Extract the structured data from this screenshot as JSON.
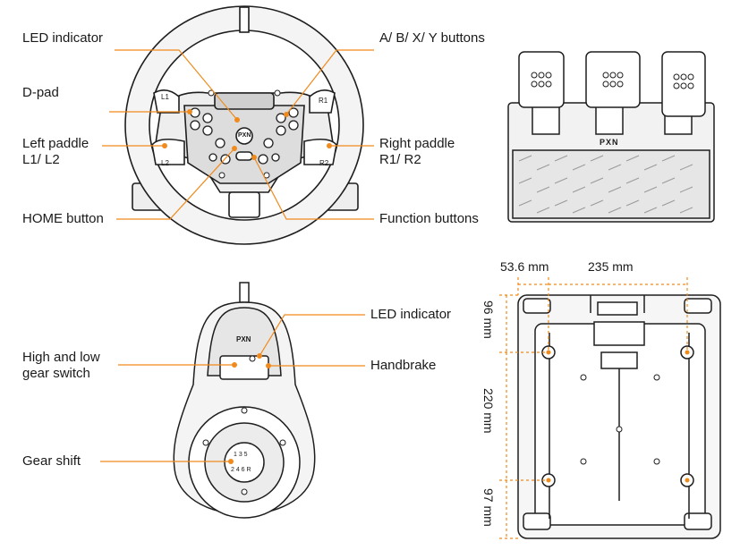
{
  "colors": {
    "leader": "#f08a1c",
    "stroke": "#1e1e1e",
    "fill_light": "#f3f3f3",
    "fill_mid": "#e2e2e2",
    "accent_dot": "#f08a1c"
  },
  "wheel": {
    "labels": {
      "led_indicator": "LED indicator",
      "dpad": "D-pad",
      "left_paddle_line1": "Left paddle",
      "left_paddle_line2": "L1/ L2",
      "home_button": "HOME button",
      "abxy_buttons": "A/ B/ X/ Y buttons",
      "right_paddle_line1": "Right paddle",
      "right_paddle_line2": "R1/ R2",
      "function_buttons": "Function buttons"
    },
    "paddle_marks": {
      "l1": "L1",
      "l2": "L2",
      "r1": "R1",
      "r2": "R2"
    },
    "logo": "PXN"
  },
  "pedals": {
    "logo": "PXN"
  },
  "shifter": {
    "labels": {
      "led_indicator": "LED indicator",
      "gear_switch_line1": "High and low",
      "gear_switch_line2": "gear switch",
      "handbrake": "Handbrake",
      "gear_shift": "Gear shift"
    },
    "logo": "PXN",
    "knob_top": "1 3 5",
    "knob_bottom": "2 4 6 R"
  },
  "pedal_base": {
    "dims": {
      "left_offset": "53.6 mm",
      "width": "235 mm",
      "top_offset": "96 mm",
      "height": "220 mm",
      "bottom_offset": "97 mm"
    }
  }
}
